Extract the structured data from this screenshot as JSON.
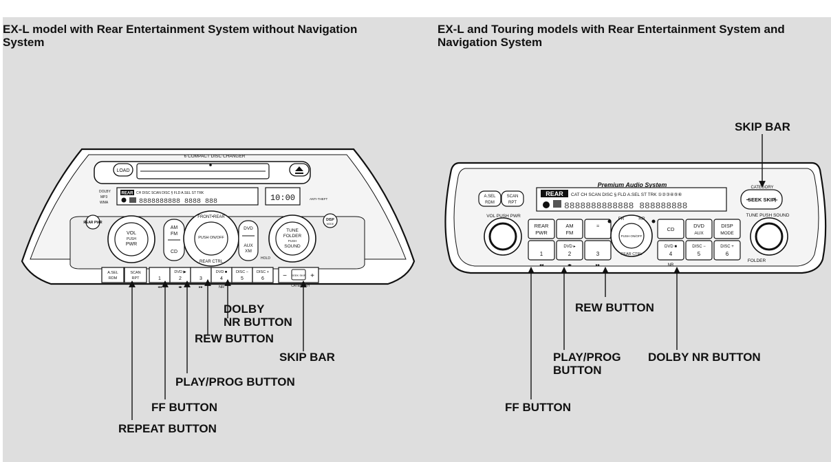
{
  "left_panel": {
    "heading": "EX-L model with Rear Entertainment System without Navigation System",
    "unit": {
      "disc_changer_label": "6 COMPACT DISC CHANGER",
      "load_label": "LOAD",
      "eject_icon": "eject-icon",
      "rear_label": "REAR",
      "display_indicators": "CH DISC SCAN DISC § FLD A.SEL ST TRK",
      "segment_text": "8888888888 8888 888",
      "clock": "10:00",
      "anti_theft_label": "ANTI-THEFT",
      "logos": [
        "DOLBY",
        "MP3",
        "WMA"
      ],
      "rear_pwr": "REAR PWR",
      "vol_knob": [
        "VOL",
        "PUSH",
        "PWR"
      ],
      "am_fm": [
        "AM",
        "FM"
      ],
      "cd": "CD",
      "center_ring": [
        "FRONT•REAR",
        "PUSH ON/OFF",
        "REAR CTRL"
      ],
      "dvd": "DVD",
      "aux_xm": [
        "AUX",
        "XM"
      ],
      "hold": "HOLD",
      "tune_knob": [
        "TUNE",
        "FOLDER",
        "PUSH",
        "SOUND"
      ],
      "disp_mode": [
        "DISP",
        "MODE"
      ],
      "asel": [
        "A.SEL",
        "RDM"
      ],
      "scan": [
        "SCAN",
        "RPT"
      ],
      "presets": [
        {
          "top": "",
          "num": "1",
          "sub": "◂◂"
        },
        {
          "top": "DVD ▶",
          "num": "2",
          "sub": "◂▸"
        },
        {
          "top": "",
          "num": "3",
          "sub": "▸▸"
        },
        {
          "top": "DVD ■",
          "num": "4",
          "sub": "NR"
        },
        {
          "top": "DISC −",
          "num": "5",
          "sub": ""
        },
        {
          "top": "DISC +",
          "num": "6",
          "sub": ""
        }
      ],
      "skip_bar": {
        "minus": "−",
        "center": "SEEK SKIP",
        "plus": "+",
        "label": "CATEGORY"
      }
    },
    "callouts": {
      "dolby": [
        "DOLBY",
        "NR BUTTON"
      ],
      "rew": "REW BUTTON",
      "skip": "SKIP BAR",
      "play": "PLAY/PROG BUTTON",
      "ff": "FF BUTTON",
      "repeat": "REPEAT BUTTON"
    }
  },
  "right_panel": {
    "heading": "EX-L and Touring models with Rear Entertainment System and Navigation System",
    "unit": {
      "brand": "Premium Audio System",
      "rear_label": "REAR",
      "display_indicators": "CAT CH SCAN DISC § FLD A.SEL ST TRK ①②③④⑤⑥",
      "segment_text": "8888888888888 888888888",
      "asel": [
        "A.SEL",
        "RDM"
      ],
      "scan": [
        "SCAN",
        "RPT"
      ],
      "vol_label": "VOL PUSH PWR",
      "category_label": "CATEGORY",
      "seek_skip": {
        "minus": "−",
        "center": "SEEK SKIP",
        "plus": "+"
      },
      "tune_label": "TUNE PUSH SOUND",
      "folder_label": "FOLDER",
      "top_row": [
        {
          "a": "REAR",
          "b": "PWR"
        },
        {
          "a": "AM",
          "b": "FM"
        },
        {
          "a": "≈",
          "b": ""
        }
      ],
      "center_ring": [
        "FR",
        "RR",
        "PUSH ON/OFF",
        "REAR CTRL"
      ],
      "right_top_row": [
        {
          "a": "CD",
          "b": ""
        },
        {
          "a": "DVD",
          "b": "AUX"
        },
        {
          "a": "DISP",
          "b": "MODE"
        }
      ],
      "presets_left": [
        {
          "top": "",
          "num": "1",
          "sub": "◂◂"
        },
        {
          "top": "DVD ▸",
          "num": "2",
          "sub": "◂▸"
        },
        {
          "top": "",
          "num": "3",
          "sub": "▸▸"
        }
      ],
      "presets_right": [
        {
          "top": "DVD ■",
          "num": "4",
          "sub": "NR"
        },
        {
          "top": "DISC −",
          "num": "5",
          "sub": ""
        },
        {
          "top": "DISC +",
          "num": "6",
          "sub": ""
        }
      ]
    },
    "callouts": {
      "skip": "SKIP BAR",
      "rew": "REW BUTTON",
      "play": [
        "PLAY/PROG",
        "BUTTON"
      ],
      "dolby": "DOLBY NR BUTTON",
      "ff": "FF BUTTON"
    }
  }
}
